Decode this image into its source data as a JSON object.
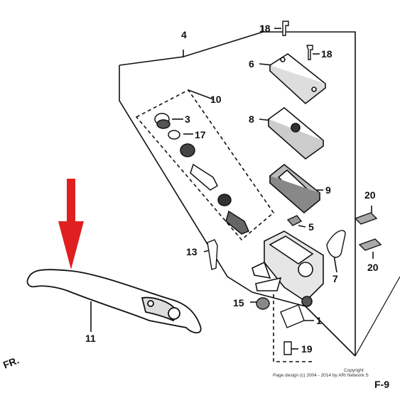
{
  "callouts": {
    "c1": "1",
    "c3": "3",
    "c4": "4",
    "c5": "5",
    "c6": "6",
    "c7": "7",
    "c8": "8",
    "c9": "9",
    "c10": "10",
    "c11": "11",
    "c13": "13",
    "c15": "15",
    "c17": "17",
    "c18a": "18",
    "c18b": "18",
    "c19": "19",
    "c20a": "20",
    "c20b": "20"
  },
  "direction_label": "FR.",
  "copyright": {
    "line1": "Copyright",
    "line2": "Page design (c) 2004 - 2014 by ARI Network S"
  },
  "page_id": "F-9",
  "colors": {
    "arrow": "#e02020",
    "line": "#111111"
  }
}
